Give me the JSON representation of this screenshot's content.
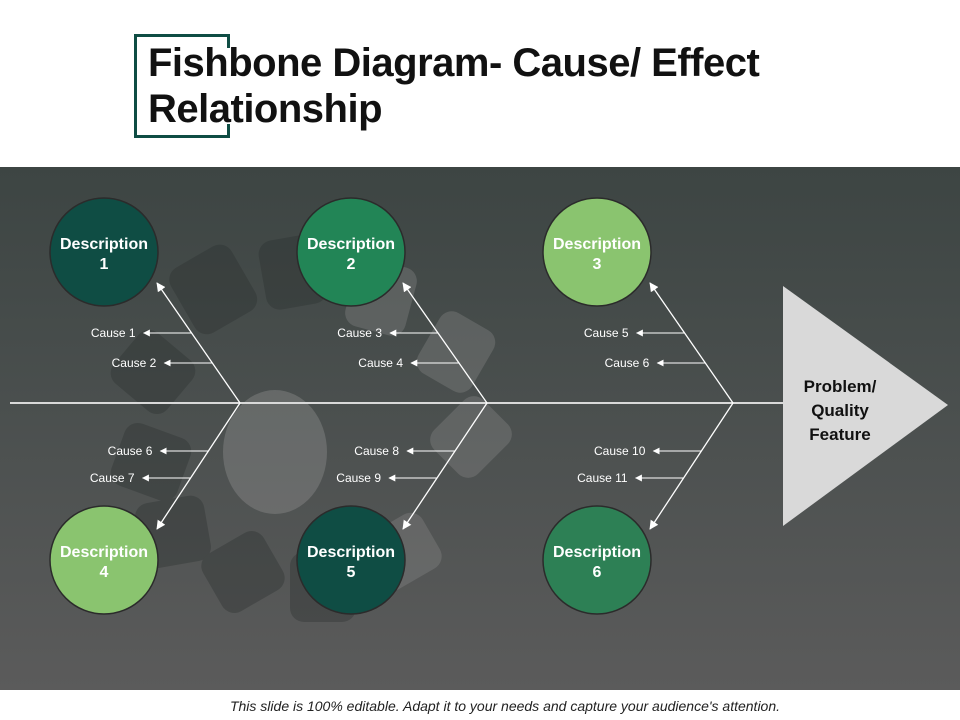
{
  "title": "Fishbone Diagram- Cause/ Effect Relationship",
  "effect": {
    "lines": [
      "Problem/",
      "Quality",
      "Feature"
    ]
  },
  "descriptions": [
    {
      "lines": [
        "Description",
        "1"
      ],
      "color": "#0f4d44"
    },
    {
      "lines": [
        "Description",
        "2"
      ],
      "color": "#228556"
    },
    {
      "lines": [
        "Description",
        "3"
      ],
      "color": "#8ac46f"
    },
    {
      "lines": [
        "Description",
        "4"
      ],
      "color": "#8ac46f"
    },
    {
      "lines": [
        "Description",
        "5"
      ],
      "color": "#0f4d44"
    },
    {
      "lines": [
        "Description",
        "6"
      ],
      "color": "#2d8055"
    }
  ],
  "causes": {
    "top": [
      [
        "Cause 1",
        "Cause 2"
      ],
      [
        "Cause 3",
        "Cause 4"
      ],
      [
        "Cause 5",
        "Cause 6"
      ]
    ],
    "bottom": [
      [
        "Cause 6",
        "Cause 7"
      ],
      [
        "Cause 8",
        "Cause 9"
      ],
      [
        "Cause 10",
        "Cause 11"
      ]
    ]
  },
  "colors": {
    "spine": "#d9d9d9",
    "arrow": "#ffffff",
    "effect_fill": "#d9d9d9",
    "accent": "#0f4d44"
  },
  "footer": "This slide is 100% editable. Adapt it to your needs and capture your audience's attention."
}
